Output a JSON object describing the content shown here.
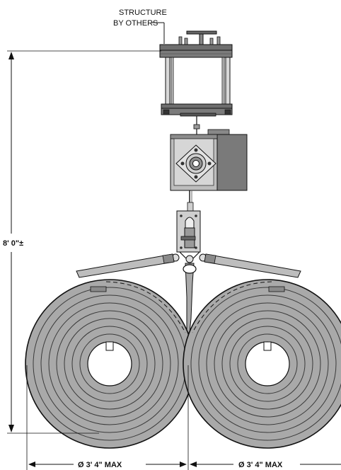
{
  "labels": {
    "structure_line1": "STRUCTURE",
    "structure_line2": "BY OTHERS",
    "height": "8' 0\"±",
    "diameter_left": "Ø 3' 4\" MAX",
    "diameter_right": "Ø 3' 4\" MAX"
  },
  "colors": {
    "line": "#111111",
    "steel_dark": "#555555",
    "steel_mid": "#8a8a8a",
    "steel_light": "#bdbdbd",
    "hose": "#a9a9a9",
    "hose_edge": "#3a3a3a"
  }
}
